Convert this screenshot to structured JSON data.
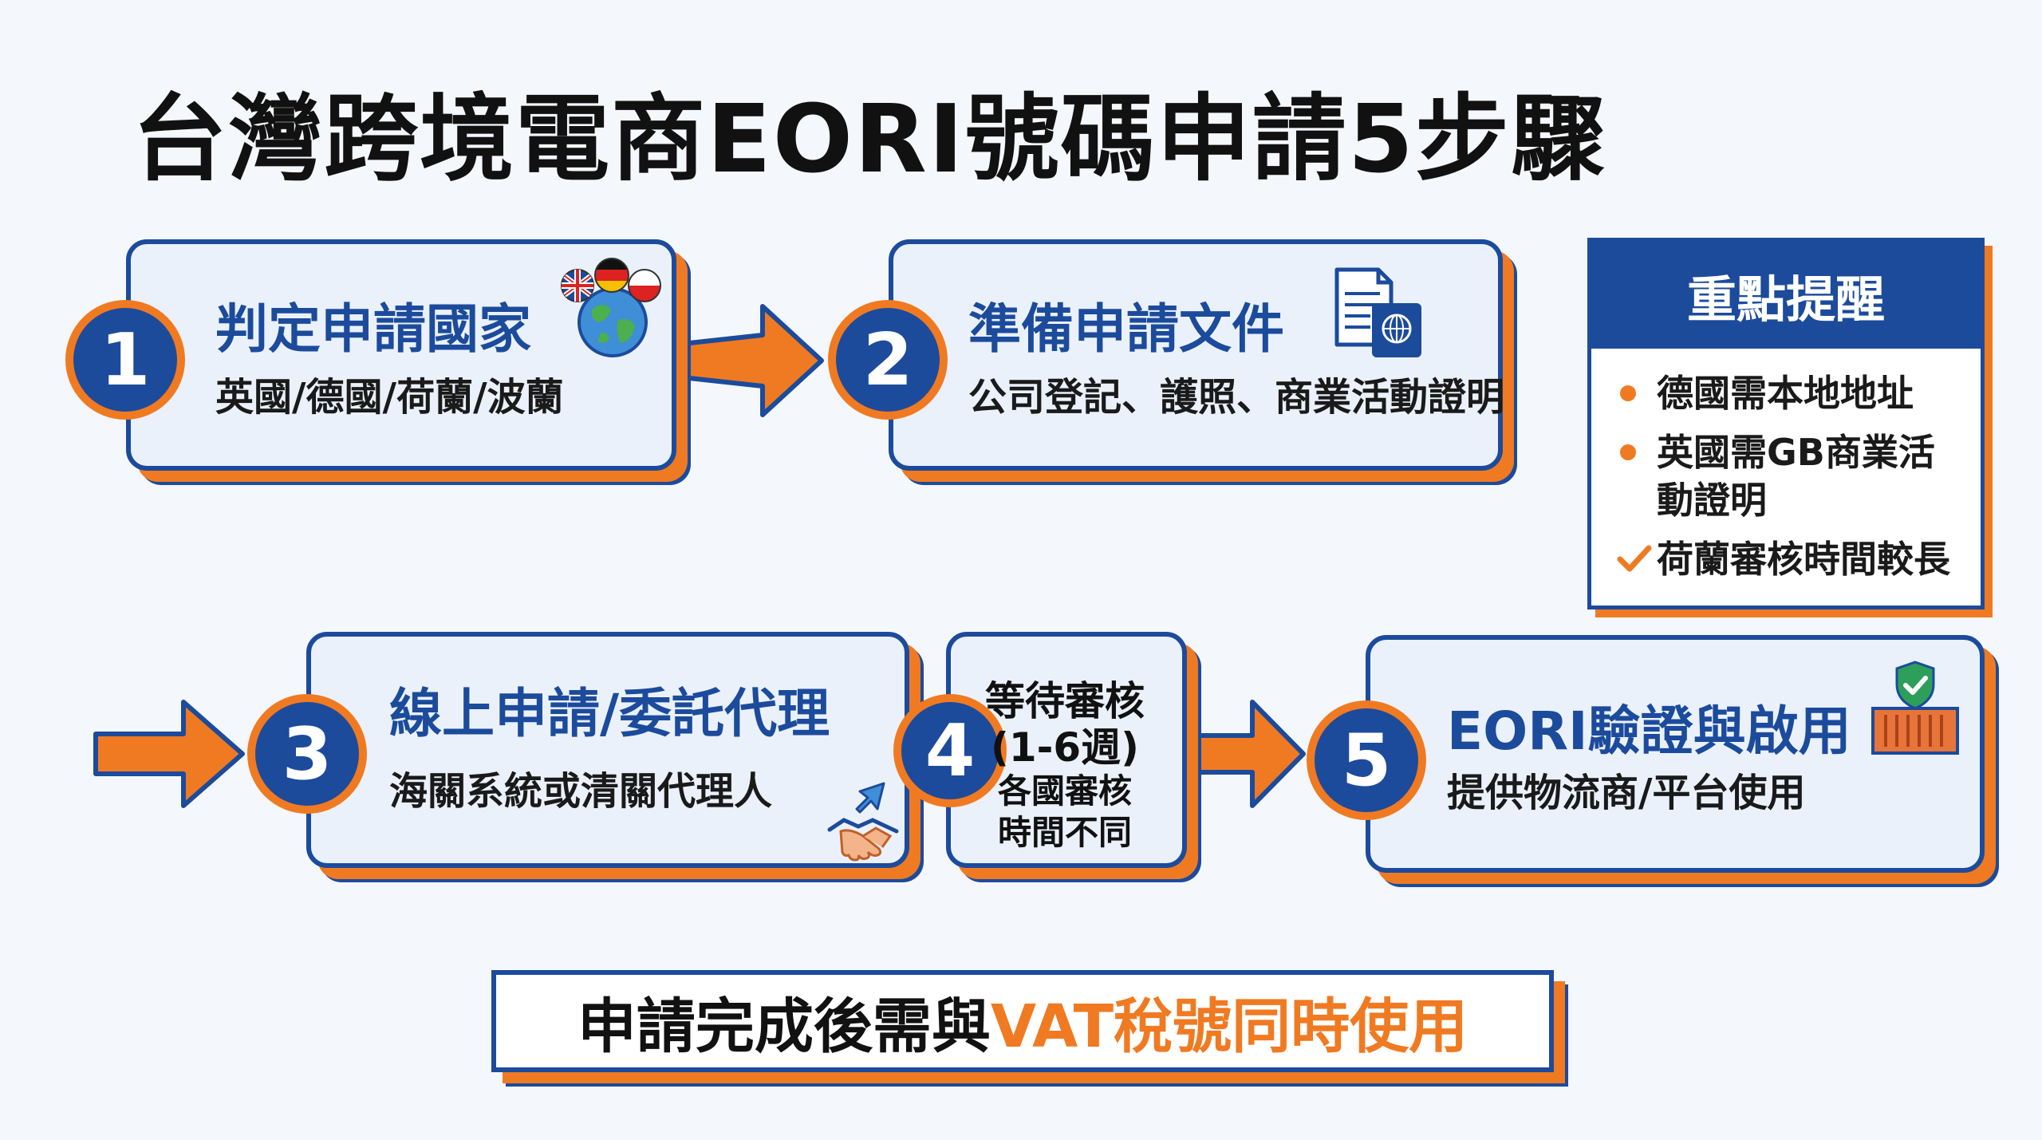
{
  "title": "台灣跨境電商EORI號碼申請5步驟",
  "steps": [
    {
      "number": "1",
      "title": "判定申請國家",
      "subtitle": "英國/德國/荷蘭/波蘭"
    },
    {
      "number": "2",
      "title": "準備申請文件",
      "subtitle": "公司登記、護照、商業活動證明"
    },
    {
      "number": "3",
      "title": "線上申請/委託代理",
      "subtitle": "海關系統或清關代理人"
    },
    {
      "number": "4",
      "title_lines": [
        "等待審核",
        "(1-6週)"
      ],
      "note_lines": [
        "各國審核",
        "時間不同"
      ]
    },
    {
      "number": "5",
      "title": "EORI驗證與啟用",
      "subtitle": "提供物流商/平台使用"
    }
  ],
  "reminder": {
    "heading": "重點提醒",
    "items": [
      {
        "text_lines": [
          "德國需本地地址"
        ],
        "marker": "dot"
      },
      {
        "text_lines": [
          "英國需GB商業活",
          "動證明"
        ],
        "marker": "dot"
      },
      {
        "text_lines": [
          "荷蘭審核時間較長"
        ],
        "marker": "check"
      }
    ]
  },
  "bottom_note": {
    "part1": "申請完成後需與",
    "part2": "VAT稅號同時使用"
  },
  "colors": {
    "primary_blue": "#1c4b9c",
    "accent_orange": "#f07a22",
    "card_bg": "#eaf1fb"
  },
  "icons": [
    "flag-uk-icon",
    "flag-germany-icon",
    "flag-poland-icon",
    "globe-icon",
    "document-passport-icon",
    "cursor-icon",
    "handshake-icon",
    "shield-check-icon",
    "shipping-container-icon",
    "check-icon"
  ]
}
